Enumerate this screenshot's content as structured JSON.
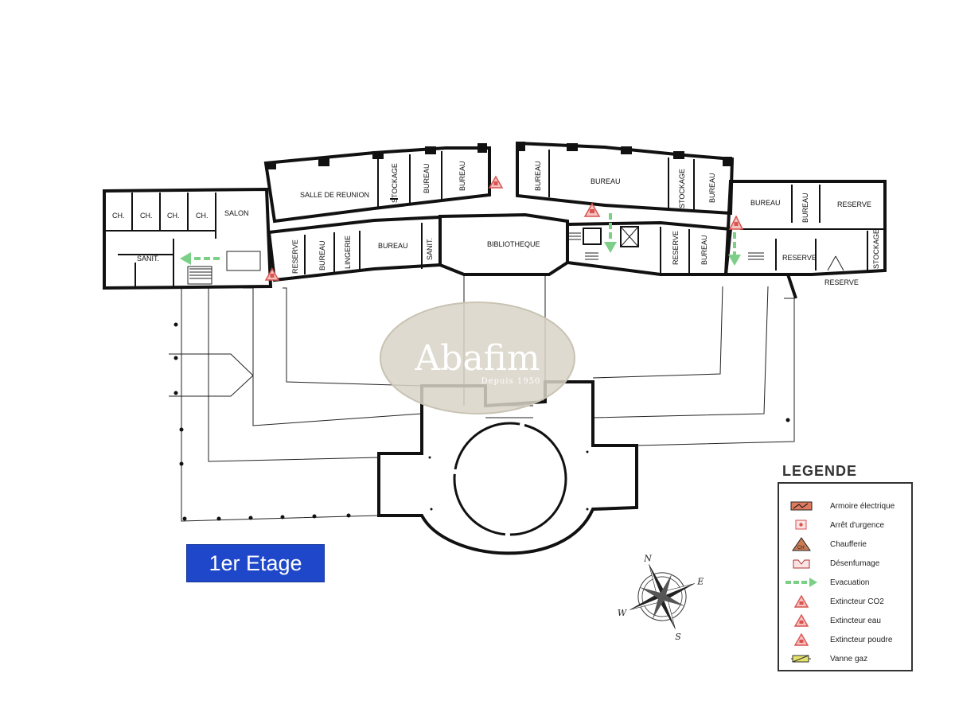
{
  "watermark": {
    "brand": "Abafim",
    "tagline": "Depuis 1950"
  },
  "floor_label": "1er Etage",
  "rooms": {
    "ch1": "CH.",
    "ch2": "CH.",
    "ch3": "CH.",
    "ch4": "CH.",
    "salon": "SALON",
    "sanit_left": "SANIT.",
    "salle_reunion": "SALLE DE REUNION",
    "stockage1": "STOCKAGE",
    "bureau1": "BUREAU",
    "bureau2": "BUREAU",
    "bureau3": "BUREAU",
    "bureau_big": "BUREAU",
    "stockage2": "STOCKAGE",
    "bureau4": "BUREAU",
    "reserve1": "RESERVE",
    "bureau5": "BUREAU",
    "lingerie": "LINGERIE",
    "bureau6": "BUREAU",
    "sanit2": "SANIT.",
    "bibliotheque": "BIBLIOTHEQUE",
    "reserve2": "RESERVE",
    "bureau7": "BUREAU",
    "bureau_right": "BUREAU",
    "bureau_right2": "BUREAU",
    "reserve_right": "RESERVE",
    "reserve_right2": "RESERVE",
    "stockage3": "STOCKAGE",
    "reserve_right3": "RESERVE"
  },
  "compass": {
    "n": "N",
    "e": "E",
    "s": "S",
    "w": "W"
  },
  "legend": {
    "title": "LEGENDE",
    "items": [
      {
        "label": "Armoire électrique",
        "icon": "electrical-cabinet-icon"
      },
      {
        "label": "Arrêt d'urgence",
        "icon": "emergency-stop-icon"
      },
      {
        "label": "Chaufferie",
        "icon": "boiler-room-icon",
        "badge": "CH"
      },
      {
        "label": "Désenfumage",
        "icon": "smoke-extraction-icon"
      },
      {
        "label": "Evacuation",
        "icon": "evacuation-arrow-icon"
      },
      {
        "label": "Extincteur CO2",
        "icon": "extinguisher-co2-icon"
      },
      {
        "label": "Extincteur eau",
        "icon": "extinguisher-water-icon"
      },
      {
        "label": "Extincteur poudre",
        "icon": "extinguisher-powder-icon"
      },
      {
        "label": "Vanne gaz",
        "icon": "gas-valve-icon"
      }
    ]
  },
  "colors": {
    "accent_blue": "#1f47c9",
    "evacuation_green": "#7ccf86",
    "hazard_red": "#d9534f",
    "watermark_fill": "#d8d4c7"
  }
}
